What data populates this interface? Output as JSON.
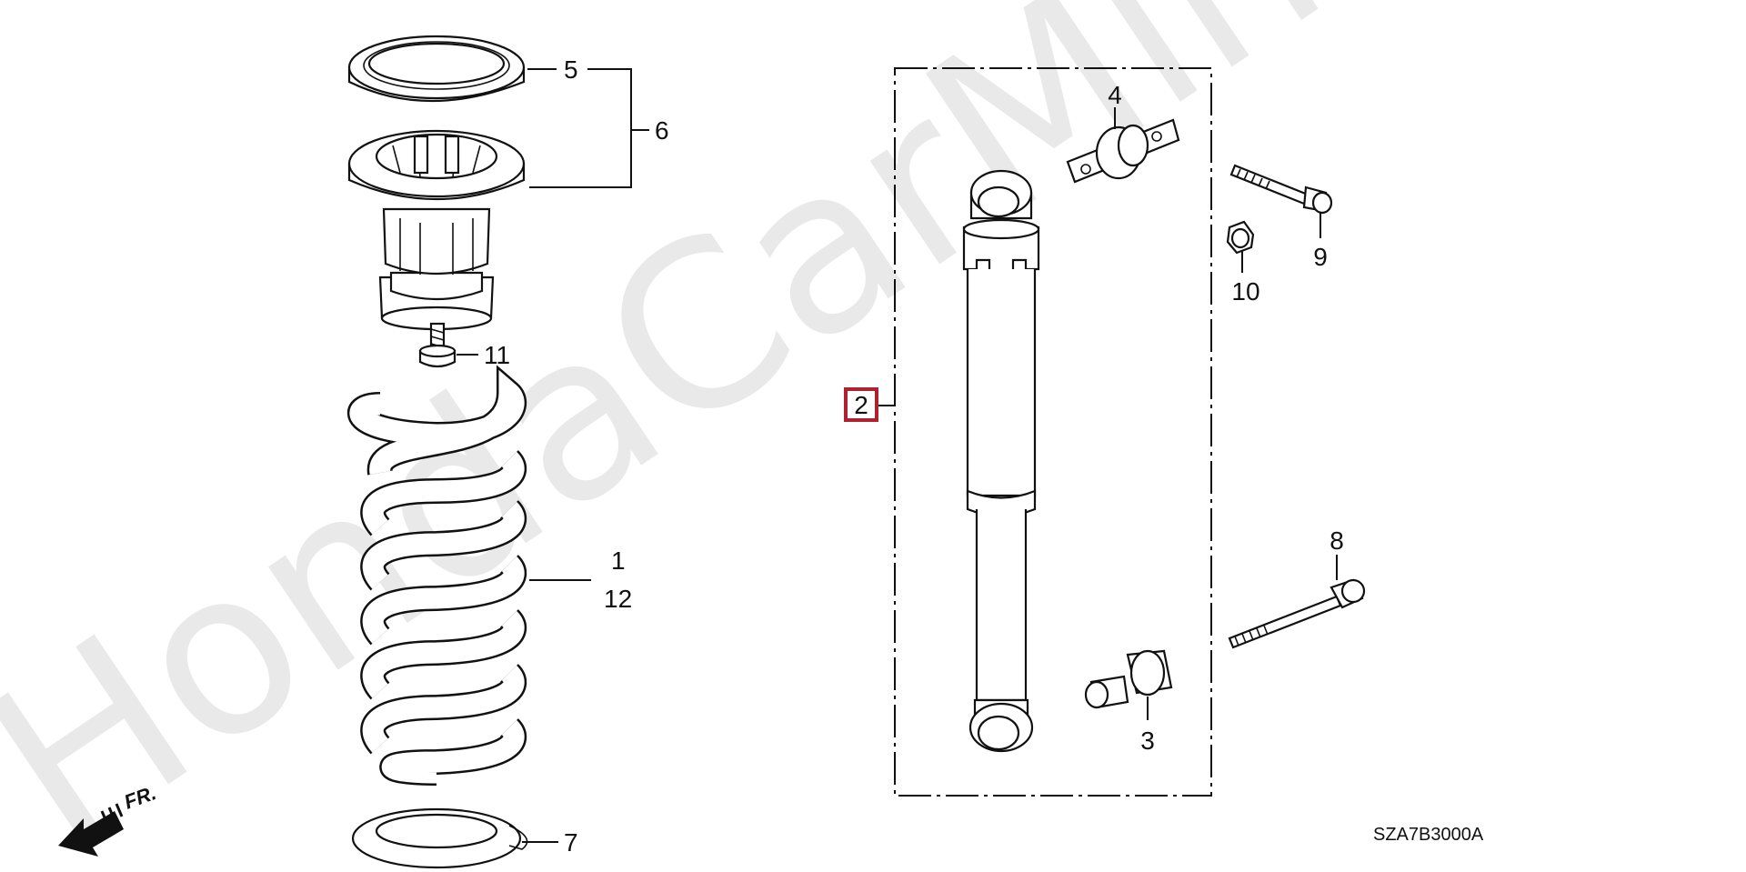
{
  "watermark": "HondaCarMine.ru",
  "direction_label": "FR.",
  "diagram_code": "SZA7B3000A",
  "callouts": {
    "c1": "1",
    "c12": "12",
    "c2": "2",
    "c3": "3",
    "c4": "4",
    "c5": "5",
    "c6": "6",
    "c7": "7",
    "c8": "8",
    "c9": "9",
    "c10": "10",
    "c11": "11"
  },
  "colors": {
    "highlight_box": "#b0202e",
    "line": "#111111",
    "watermark": "#e9e9e9"
  }
}
